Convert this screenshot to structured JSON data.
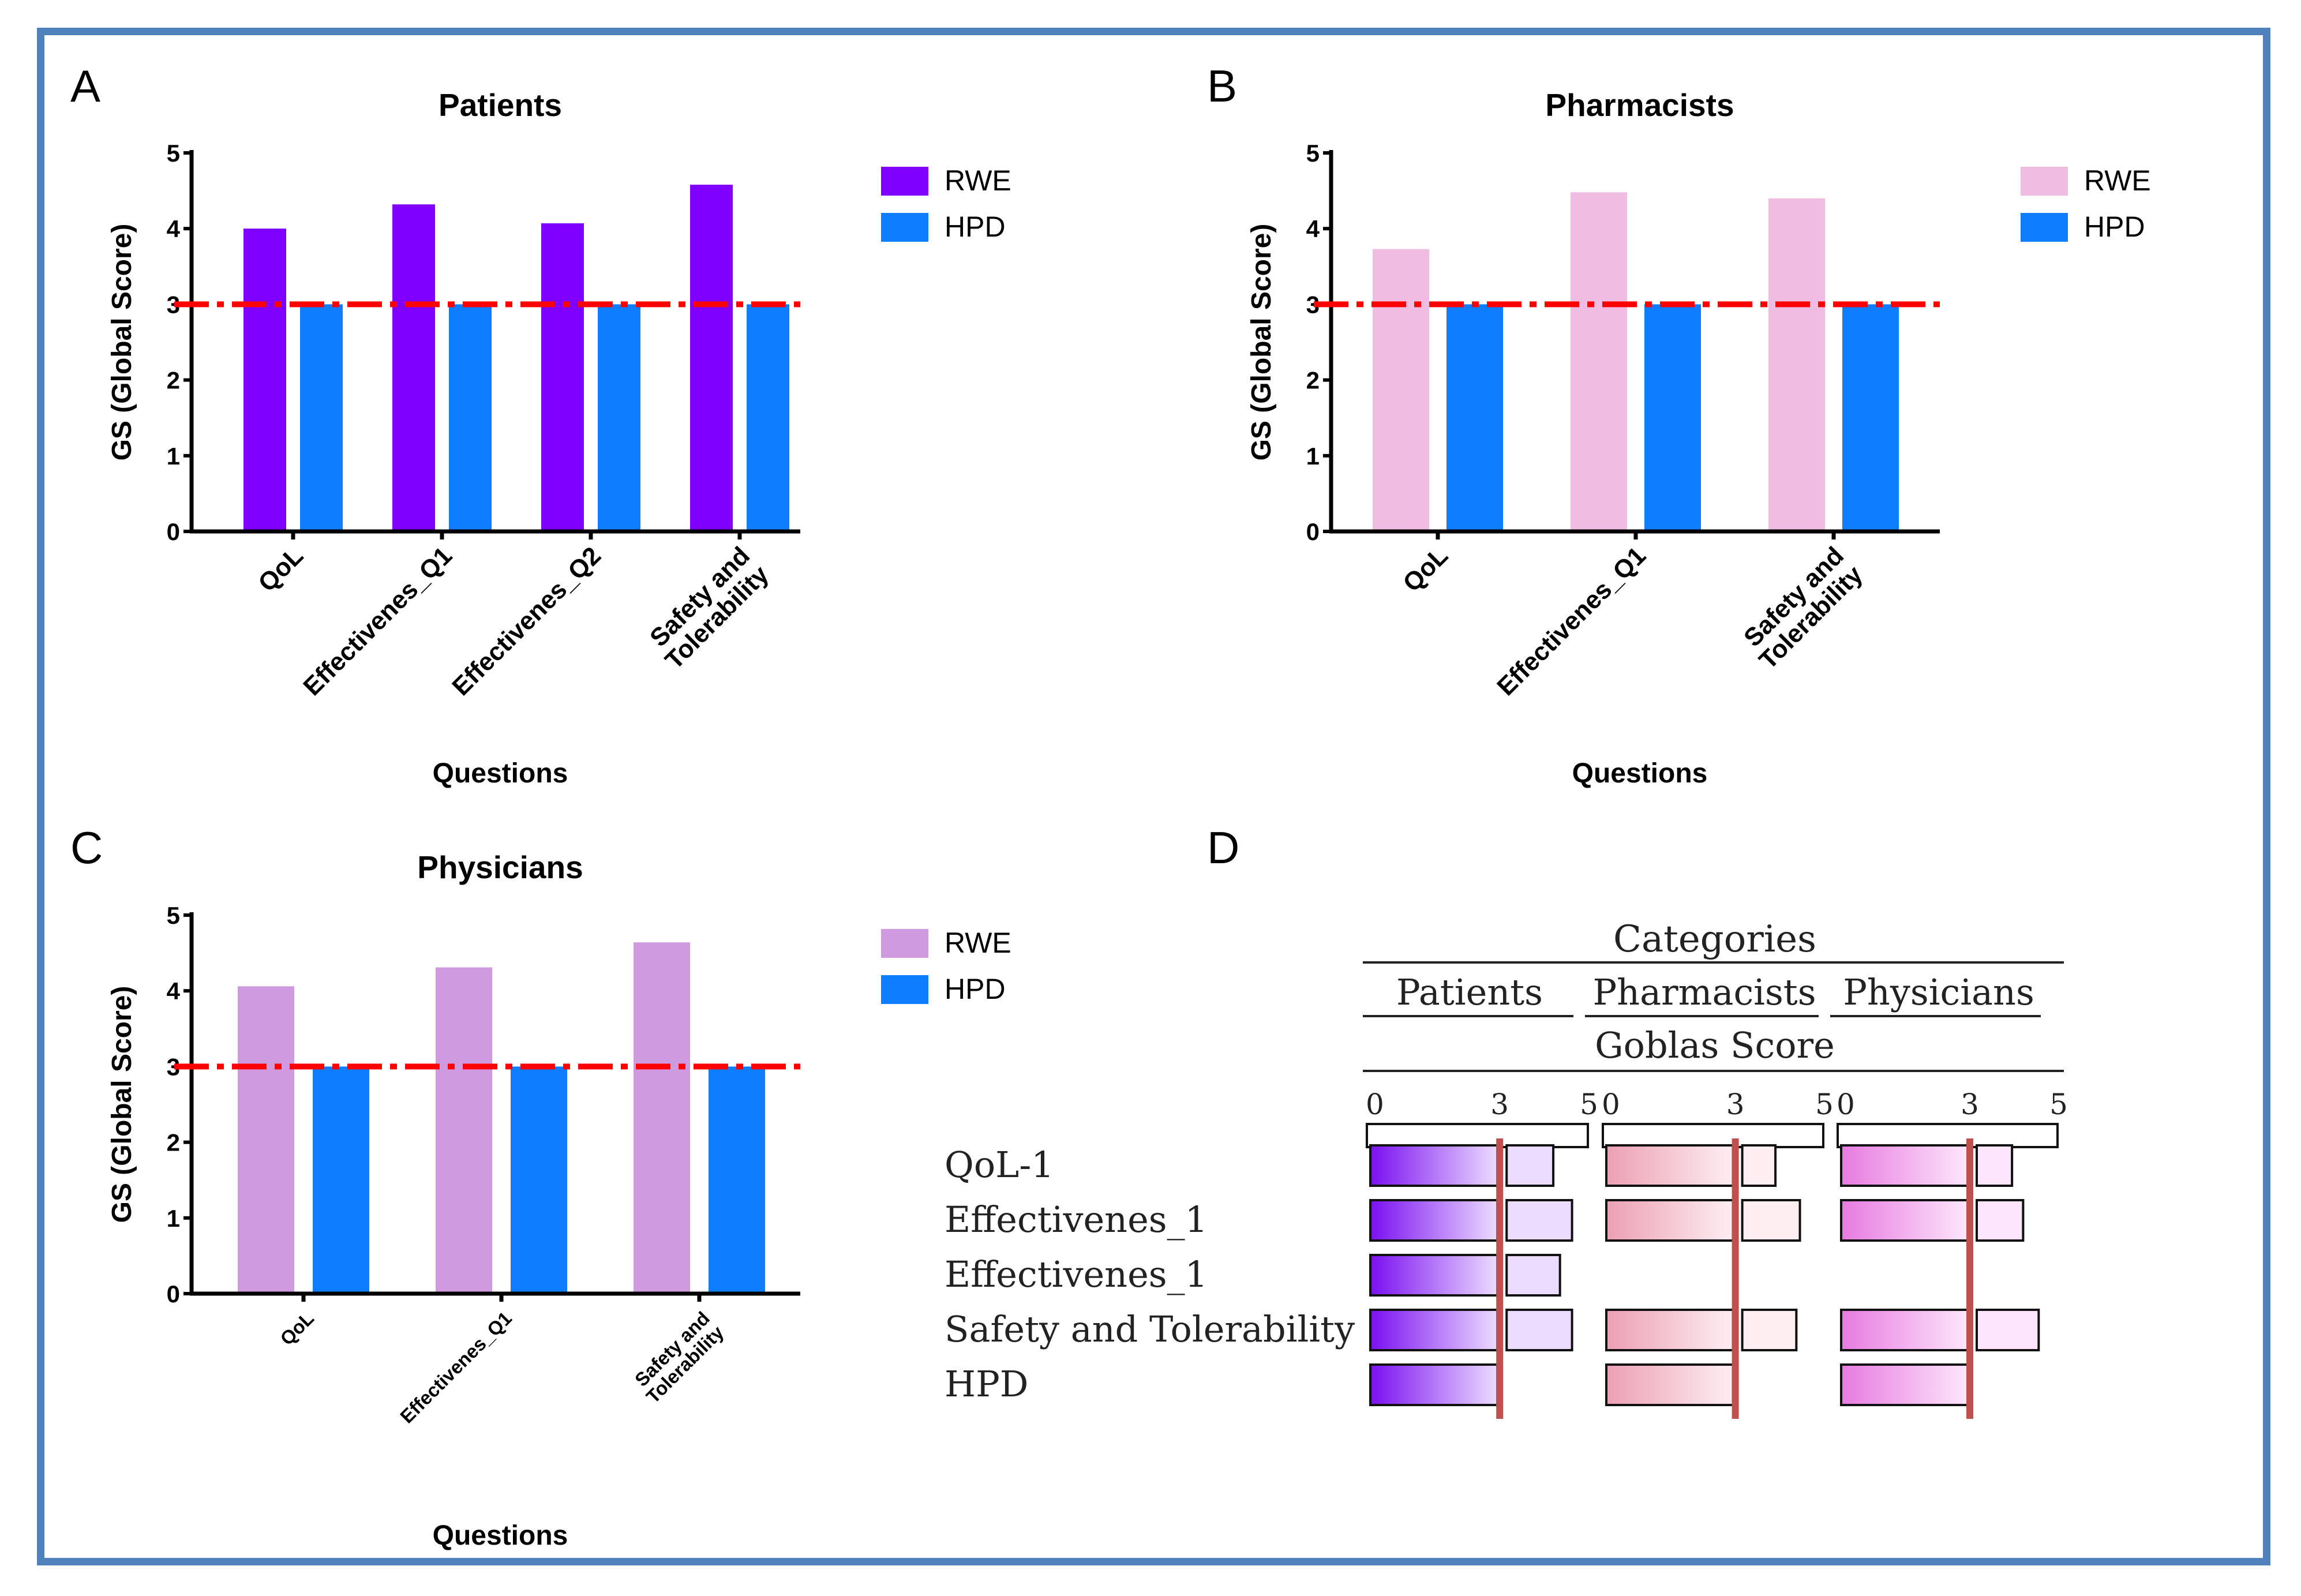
{
  "panels": [
    {
      "letter": "A",
      "title": "Patients"
    },
    {
      "letter": "B",
      "title": "Pharmacists"
    },
    {
      "letter": "C",
      "title": "Physicians"
    },
    {
      "letter": "D"
    }
  ],
  "chart_data": [
    {
      "type": "bar",
      "title": "Patients",
      "xlabel": "Questions",
      "ylabel": "GS (Global Score)",
      "ylim": [
        0,
        5
      ],
      "yticks": [
        "0",
        "1",
        "2",
        "3",
        "4",
        "5"
      ],
      "categories": [
        "QoL",
        "Effectivenes_Q1",
        "Effectivenes_Q2",
        "Safety and\nTolerability"
      ],
      "series": [
        {
          "name": "RWE",
          "values": [
            4.0,
            4.32,
            4.07,
            4.58
          ],
          "color": "#7f00ff"
        },
        {
          "name": "HPD",
          "values": [
            3,
            3,
            3,
            3
          ],
          "color": "#0f7dff"
        }
      ],
      "reference_line": {
        "value": 3,
        "color": "#ff0000",
        "style": "dash-dot"
      },
      "legend": "top-right"
    },
    {
      "type": "bar",
      "title": "Pharmacists",
      "xlabel": "Questions",
      "ylabel": "GS (Global Score)",
      "ylim": [
        0,
        5
      ],
      "yticks": [
        "0",
        "1",
        "2",
        "3",
        "4",
        "5"
      ],
      "categories": [
        "QoL",
        "Effectivenes_Q1",
        "Safety and\nTolerability"
      ],
      "series": [
        {
          "name": "RWE",
          "values": [
            3.73,
            4.48,
            4.4
          ],
          "color": "#f0bde2"
        },
        {
          "name": "HPD",
          "values": [
            3,
            3,
            3
          ],
          "color": "#0f7dff"
        }
      ],
      "reference_line": {
        "value": 3,
        "color": "#ff0000",
        "style": "dash-dot"
      },
      "legend": "top-right"
    },
    {
      "type": "bar",
      "title": "Physicians",
      "xlabel": "Questions",
      "ylabel": "GS (Global Score)",
      "ylim": [
        0,
        5
      ],
      "yticks": [
        "0",
        "1",
        "2",
        "3",
        "4",
        "5"
      ],
      "categories": [
        "QoL",
        "Effectivenes_Q1",
        "Safety and\nTolerability"
      ],
      "series": [
        {
          "name": "RWE",
          "values": [
            4.06,
            4.31,
            4.64
          ],
          "color": "#d09ae0"
        },
        {
          "name": "HPD",
          "values": [
            3,
            3,
            3
          ],
          "color": "#0f7dff"
        }
      ],
      "reference_line": {
        "value": 3,
        "color": "#ff0000",
        "style": "dash-dot"
      },
      "legend": "top-right"
    },
    {
      "type": "table",
      "header": "Categories",
      "subheader": "Goblas Score",
      "columns": [
        "Patients",
        "Pharmacists",
        "Physicians"
      ],
      "scale_labels": [
        "0",
        "3",
        "5"
      ],
      "scale": [
        0,
        5
      ],
      "threshold": 3,
      "rows": [
        "QoL-1",
        "Effectivenes_1",
        "Effectivenes_1",
        "Safety and Tolerability",
        "HPD"
      ],
      "values": [
        [
          4.2,
          3.9,
          3.95
        ],
        [
          4.62,
          4.45,
          4.2
        ],
        [
          4.35,
          null,
          null
        ],
        [
          4.62,
          4.37,
          4.55
        ],
        [
          3.0,
          3.0,
          3.0
        ]
      ],
      "gradients": [
        {
          "from": "#7a10f0",
          "to": "#ecdcff"
        },
        {
          "from": "#eca0b4",
          "to": "#fdeef2"
        },
        {
          "from": "#e77ae0",
          "to": "#fde6fb"
        }
      ],
      "threshold_color": "#c0504d"
    }
  ]
}
